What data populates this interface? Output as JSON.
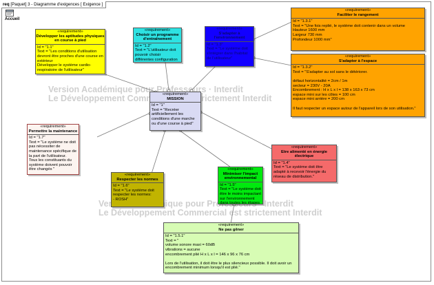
{
  "frame": {
    "kind": "req",
    "title": "[Paquet] 3 - Diagramme d'exigences [ Exigence ]"
  },
  "home": {
    "label": "Accueil"
  },
  "watermark": {
    "line1": "Version Académique pour Professeurs · Interdit",
    "line2": "Le Développement Commercial est strictement Interdit",
    "line3": "Version Académique pour Professeurs · Interdit",
    "line4": "Le Développement Commercial est strictement Interdit"
  },
  "colors": {
    "yellow": "#ffff00",
    "cyan": "#2de2e2",
    "blue": "#1200ff",
    "orange": "#ffa300",
    "lavender": "#d9daf3",
    "beige": "#fcf4f0",
    "olive": "#c1b400",
    "green": "#00e90e",
    "red": "#f56a6a",
    "lightgreen": "#d7fcb4"
  },
  "requirements": {
    "mission": {
      "stereo": "«requirement»",
      "name": "MISSION",
      "id": "Id = \"1\"",
      "text": "Text = \"Recréer artificiellement les conditions d'une marche ou d'une course à pied\""
    },
    "r11": {
      "stereo": "«requirement»",
      "name": "Développer les aptitudes physiques en course à pied",
      "id": "Id = \"1.1\"",
      "text": "Text = \"Les conditions d'utilisation devront être proches d'une course en extérieur\nDévelopper le système cardio-respiratoire de l'utilisateur\""
    },
    "r12": {
      "stereo": "«requirement»",
      "name": "Choisir un programme d'entraînement",
      "id": "Id = \"1.2\"",
      "text": "Text = \"L'utilisateur doit pouvoir choisir différentes configuration de course.\""
    },
    "r13": {
      "stereo": "«requirement»",
      "name": "S'adapter à l'environnement",
      "id": "Id = \"1.3\"",
      "text": "Text = \"Le système doit s'intégrer dans l'habitat de l'utilisateur\""
    },
    "r131": {
      "stereo": "«requirement»",
      "name": "Faciliter le rangement",
      "id": "Id = \"1.3.1\"",
      "text": "Text = \"Une fois replié, le système doit contenir dans un volume\nHauteur 1600 mm\nLargeur 730 mm\nProfondeur 1000 mm\""
    },
    "r132": {
      "stereo": "«requirement»",
      "name": "S'adapter à l'espace",
      "id": "Id = \"1.3.2\"",
      "text": "Text = \"S'adapter au sol sans le détériorer.\n\ndéfaut horizontalité = 2cm / 1m\nsecteur = 230V - 20A\nEncombrement : H x L x l = 138 x 163 x 73 cm\nespace mini sur les côtes = 100 cm\nespace mini arrière = 200 cm\n\nIl faut respecter un espace autour de l'appareil lors de son utilisation.\""
    },
    "r17": {
      "stereo": "«requirement»",
      "name": "Permettre la maintenance",
      "id": "Id = \"1.7\"",
      "text": "Text = \"Le système ne doit pas nécessiter de maintenance spécifique de la part de l'utilisateur.\nTous les constituants du système doivent pouvoir être changés \""
    },
    "r16": {
      "stereo": "«requirement»",
      "name": "Respecter les normes",
      "id": "Id = \"1.6\"",
      "text": "Text = \"Le système doit respecter les normes:\n- ROSH\""
    },
    "r15": {
      "stereo": "«requirement»",
      "name": "Minimiser l'impact environnemental",
      "id": "Id = \"1.5\"",
      "text": "Text = \"Le système doit être le moins impactant sur l'environnement dans toutes les étapes de son cycle de vie.\""
    },
    "r14": {
      "stereo": "«requirement»",
      "name": "Etre alimenté en énergie électrique",
      "id": "Id = \"1.4\"",
      "text": "Text = \"Le système doit être adapté à recevoir l'énergie du réseau de distribution.\""
    },
    "r151": {
      "stereo": "«requirement»",
      "name": "Ne pas gêner",
      "id": "Id = \"1.5.1\"",
      "text": "Text = \"\nvolume sonore maxi = 60dB\nvibrations = aucune\nencombrement plié H x L x l = 146 x 96 x 76 cm\n\nLors de l'utilisation, il doit être le plus silencieux possible. Il doit avoir un encombrement minimum lorsqu'il est plié.\""
    }
  }
}
